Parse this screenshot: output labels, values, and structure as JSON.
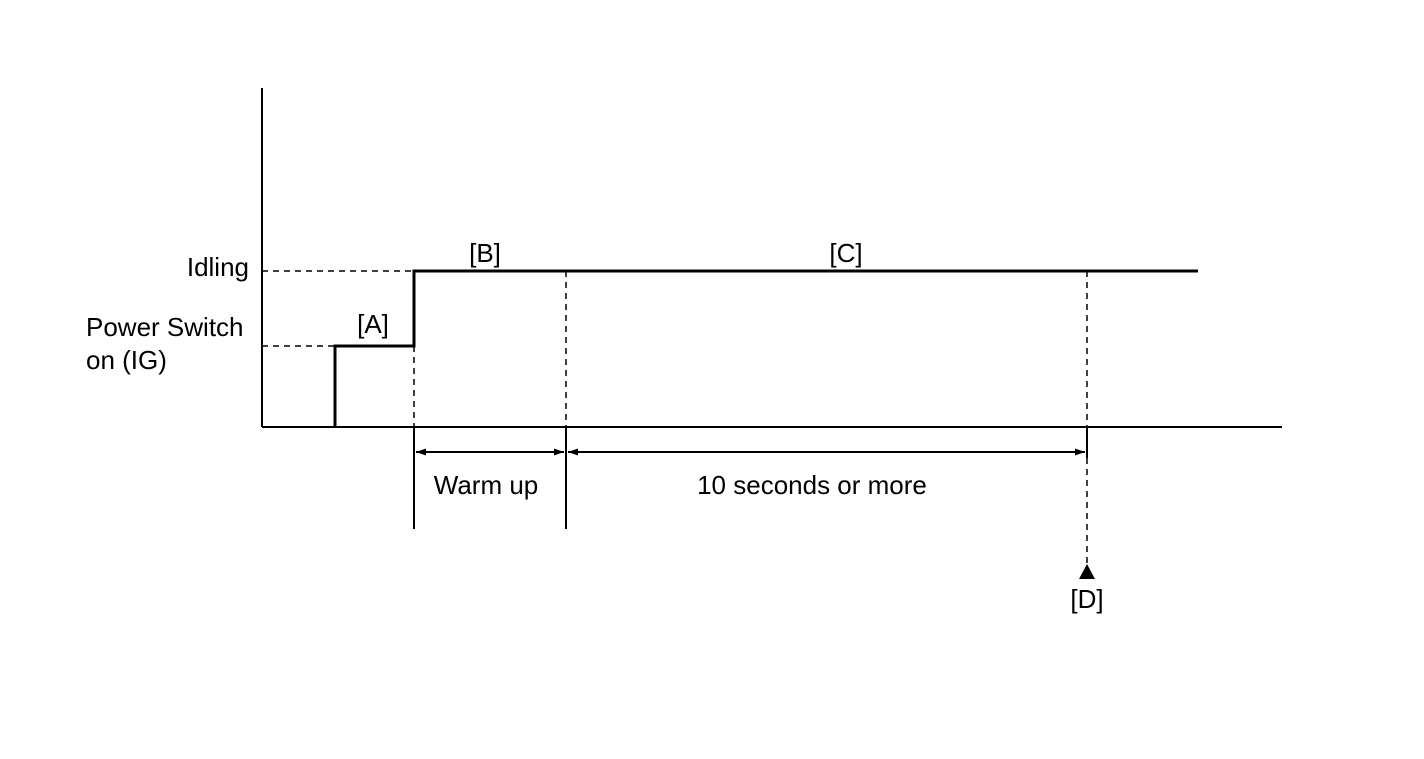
{
  "y_labels": {
    "idling": "Idling",
    "power_switch_line1": "Power Switch",
    "power_switch_line2": "on (IG)"
  },
  "stage_labels": {
    "a": "[A]",
    "b": "[B]",
    "c": "[C]",
    "d": "[D]"
  },
  "intervals": {
    "warm_up": "Warm up",
    "ten_seconds": "10 seconds or more"
  }
}
